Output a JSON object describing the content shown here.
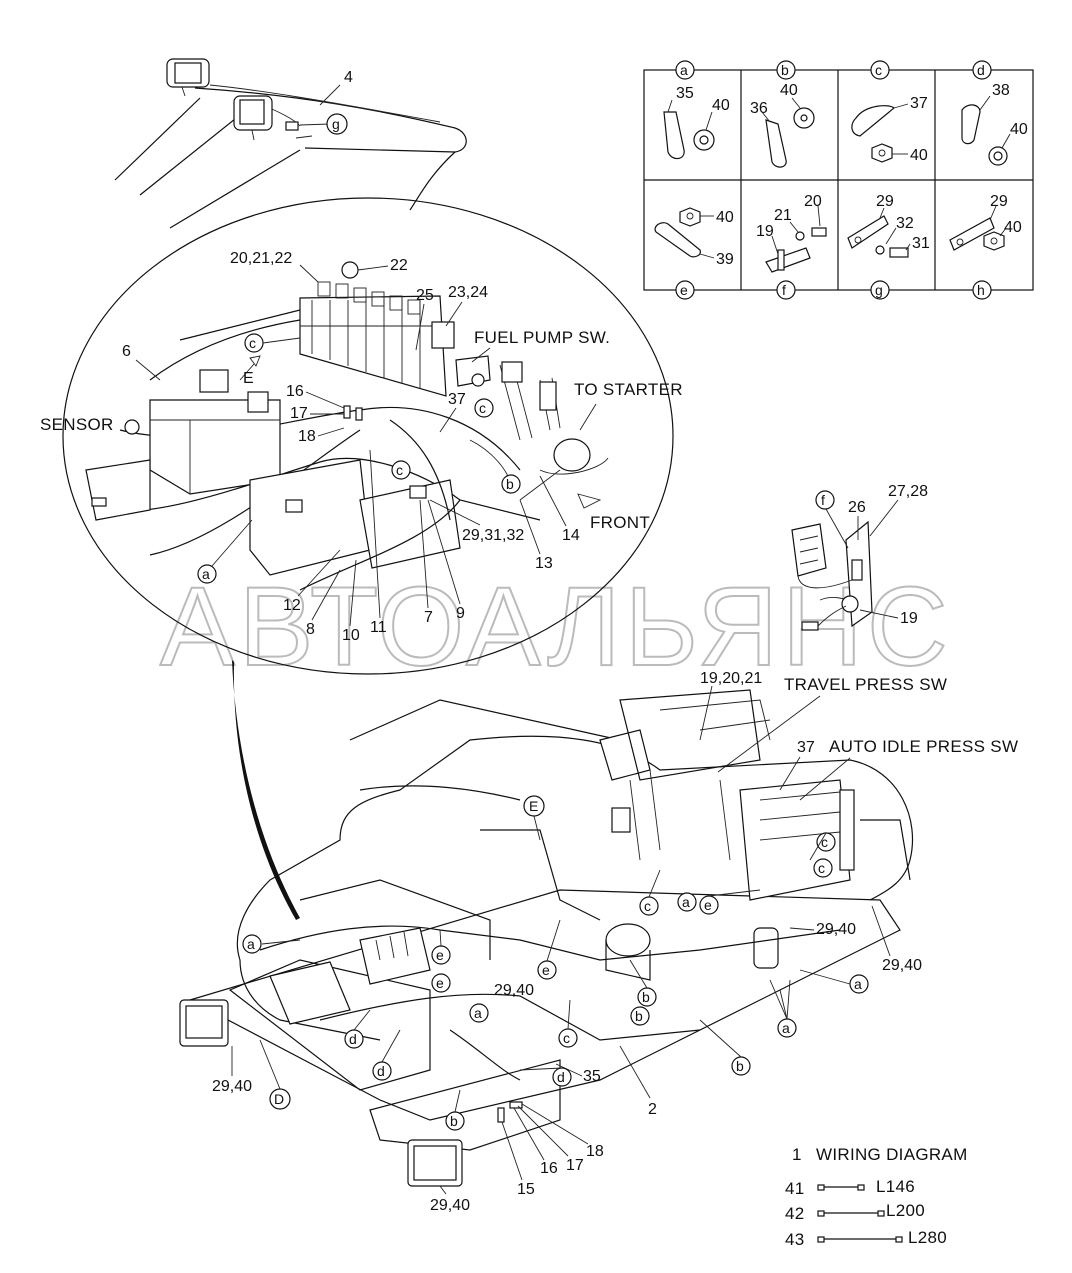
{
  "watermark": "АВТОАЛЬЯНС",
  "detail_grid": {
    "cells": [
      {
        "key": "a",
        "parts": [
          "35",
          "40"
        ]
      },
      {
        "key": "b",
        "parts": [
          "36",
          "40"
        ]
      },
      {
        "key": "c",
        "parts": [
          "37",
          "40"
        ]
      },
      {
        "key": "d",
        "parts": [
          "38",
          "40"
        ]
      },
      {
        "key": "e",
        "parts": [
          "40",
          "39"
        ]
      },
      {
        "key": "f",
        "parts": [
          "19",
          "21",
          "20"
        ]
      },
      {
        "key": "g",
        "parts": [
          "29",
          "32",
          "31"
        ]
      },
      {
        "key": "h",
        "parts": [
          "29",
          "40"
        ]
      }
    ]
  },
  "callouts": {
    "top": [
      "4",
      "g"
    ],
    "ellipse": {
      "labels": [
        "20,21,22",
        "22",
        "25",
        "23,24",
        "6",
        "16",
        "17",
        "18",
        "37",
        "12",
        "8",
        "10",
        "11",
        "7",
        "9",
        "29,31,32",
        "13",
        "14"
      ],
      "circles": [
        "c",
        "c",
        "c",
        "b",
        "a"
      ],
      "texts": {
        "sensor": "SENSOR",
        "fuel_pump": "FUEL PUMP SW.",
        "to_starter": "TO STARTER",
        "front": "FRONT",
        "e_arrow": "E"
      }
    },
    "right_panel": [
      "f",
      "26",
      "27,28",
      "19"
    ],
    "main": {
      "texts": {
        "travel": "TRAVEL PRESS SW",
        "auto_idle": "AUTO IDLE PRESS SW"
      },
      "labels": [
        "19,20,21",
        "37",
        "29,40",
        "29,40",
        "29,40",
        "29,40",
        "35",
        "2",
        "15",
        "16",
        "17",
        "18",
        "29,40"
      ],
      "circles": [
        "E",
        "c",
        "c",
        "e",
        "a",
        "c",
        "a",
        "e",
        "e",
        "e",
        "b",
        "b",
        "b",
        "c",
        "d",
        "d",
        "d",
        "b",
        "D",
        "a",
        "a",
        "a",
        "b"
      ]
    }
  },
  "legend": {
    "diagram": {
      "num": "1",
      "text": "WIRING DIAGRAM"
    },
    "items": [
      {
        "num": "41",
        "label": "L146"
      },
      {
        "num": "42",
        "label": "L200"
      },
      {
        "num": "43",
        "label": "L280"
      }
    ]
  }
}
